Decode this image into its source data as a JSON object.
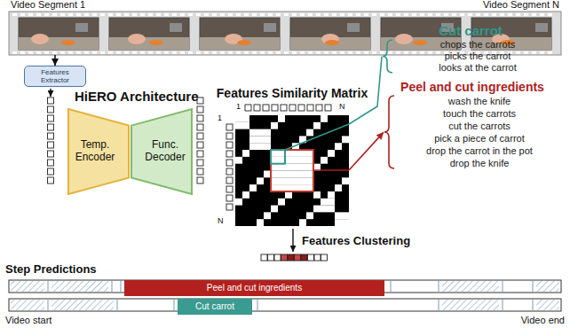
{
  "diagram": {
    "nodes": [
      {
        "text": [
          "Video Segment 1",
          "Video Segment N"
        ]
      },
      {
        "text": [
          "Features Extractor"
        ]
      },
      {
        "text": [
          "Temp. Encoder"
        ]
      },
      {
        "text": [
          "Func. Decoder"
        ]
      },
      {
        "text": [
          "Features Similarity Matrix"
        ]
      },
      {
        "text": [
          "Cut carrot",
          "chops the carrots",
          "picks the carrot",
          "looks at the carrot"
        ]
      },
      {
        "text": [
          "Peel and cut ingredients",
          "wash the knife",
          "touch the carrots",
          "cut the carrots",
          "pick a piece of carrot",
          "drop the carrot in the pot",
          "drop the knife"
        ]
      },
      {
        "text": [
          "Peel and cut ingredients"
        ]
      },
      {
        "text": [
          "Cut carrot"
        ]
      }
    ],
    "edges": [
      {
        "from": 0,
        "to": 1,
        "arrow": "to"
      },
      {
        "from": 4,
        "to": 5,
        "arrow": "none"
      },
      {
        "from": 4,
        "to": 6,
        "arrow": "to"
      }
    ],
    "labels": [
      "HiERO Architecture",
      "1",
      "N",
      "1",
      "N",
      "Features Clustering",
      "Step Predictions",
      "Video start",
      "Video end"
    ]
  }
}
